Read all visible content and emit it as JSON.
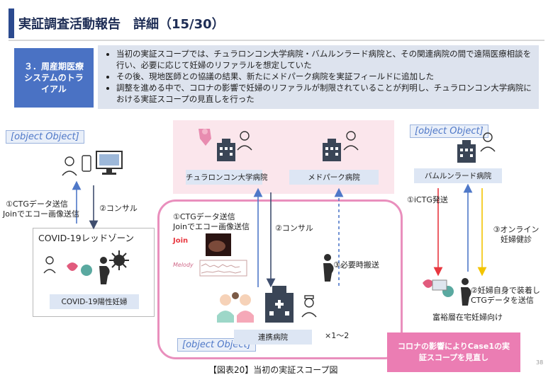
{
  "header": {
    "title": "実証調査活動報告　詳細（15/30）"
  },
  "trial": {
    "label_line1": "３．周産期医療",
    "label_line2": "システムのトラ",
    "label_line3": "イアル",
    "bullets": [
      "当初の実証スコープでは、チュラロンコン大学病院・バムルンラード病院と、その関連病院の間で遠隔医療相談を行い、必要に応じて妊婦のリファラルを想定していた",
      "その後、現地医師との協議の結果、新たにメドパーク病院を実証フィールドに追加した",
      "調整を進める中で、コロナの影響で妊婦のリファラルが制限されていることが判明し、チュラロンコン大学病院における実証スコープの見直しを行った"
    ]
  },
  "diagram": {
    "case1": {
      "arrow_send_line1": "①CTGデータ送信",
      "arrow_send_line2": "Joinでエコー画像送信",
      "arrow_consult": "②コンサル",
      "arrow_transport": "③必要時搬送",
      "join_logo": "Join",
      "melody_logo": "Melody"
    },
    "case2": {
      "arrow_send_line1": "①CTGデータ送信",
      "arrow_send_line2": "Joinでエコー画像送信",
      "arrow_consult": "②コンサル",
      "zone": "COVID-19レッドゾーン",
      "patient": "COVID-19陽性妊婦"
    },
    "case3": {
      "arrow_ictg": "①iCTG発送",
      "arrow_online_line1": "③オンライン",
      "arrow_online_line2": "妊婦健診",
      "arrow_self_line1": "②妊婦自身で装着し",
      "arrow_self_line2": "CTGデータを送信",
      "target": "富裕層在宅妊婦向け"
    },
    "hospitals": {
      "chula": "チュラロンコン大学病院",
      "medpark": "メドパーク病院",
      "bumrungrad": "バムルンラード病院",
      "partner": "連携病院",
      "partner_count": "×1〜2"
    },
    "alert_line1": "コロナの影響によりCase1の実",
    "alert_line2": "証スコープを見直し",
    "caption": "【図表20】当初の実証スコープ図",
    "page_number": "38"
  },
  "colors": {
    "brand_blue": "#2b4a8f",
    "trial_blue": "#4a72c4",
    "pink": "#e98fbd",
    "alert_pink": "#eb7db3",
    "arrow_red": "#e8373f",
    "arrow_yellow": "#f3c400",
    "arrow_blue": "#4f78c8"
  }
}
